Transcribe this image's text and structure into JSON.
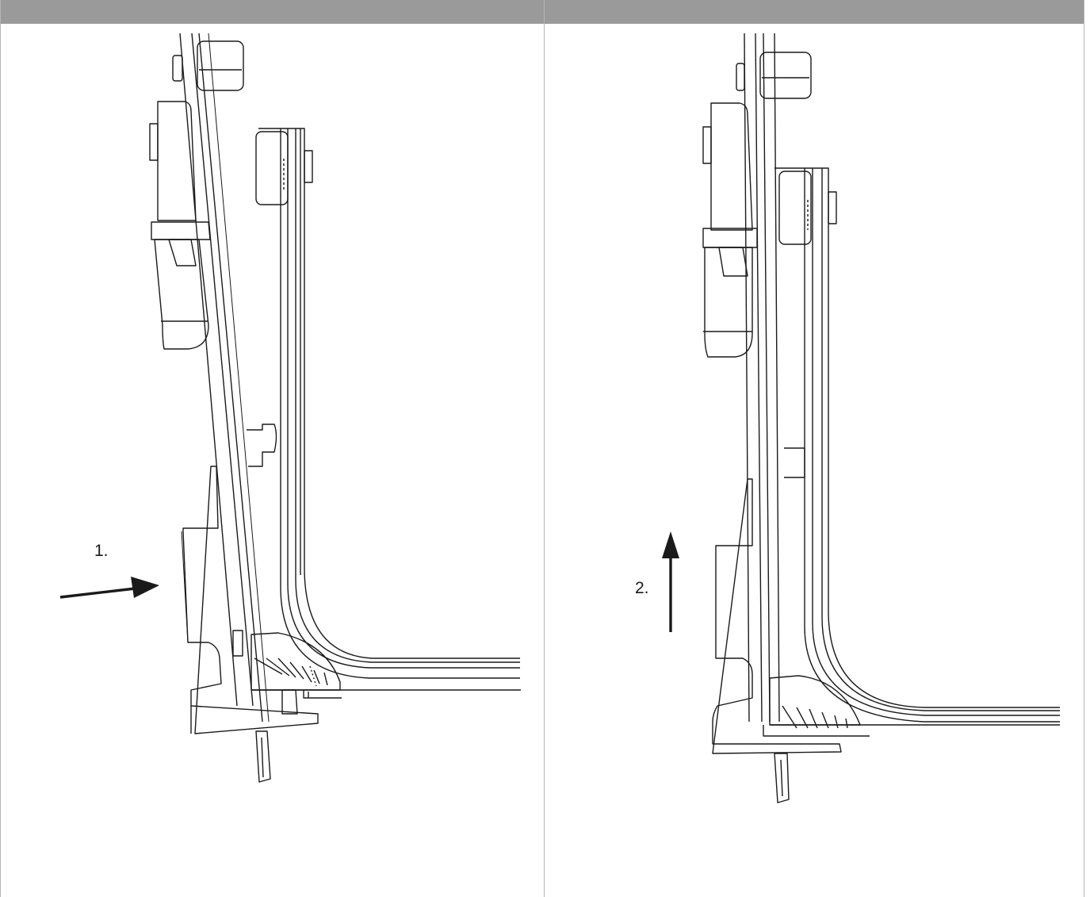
{
  "steps": [
    {
      "label": "1.",
      "arrow": "right"
    },
    {
      "label": "2.",
      "arrow": "up"
    }
  ],
  "colors": {
    "header": "#9a9a9a",
    "line": "#1a1a1a",
    "divider": "#b5b5b5"
  }
}
